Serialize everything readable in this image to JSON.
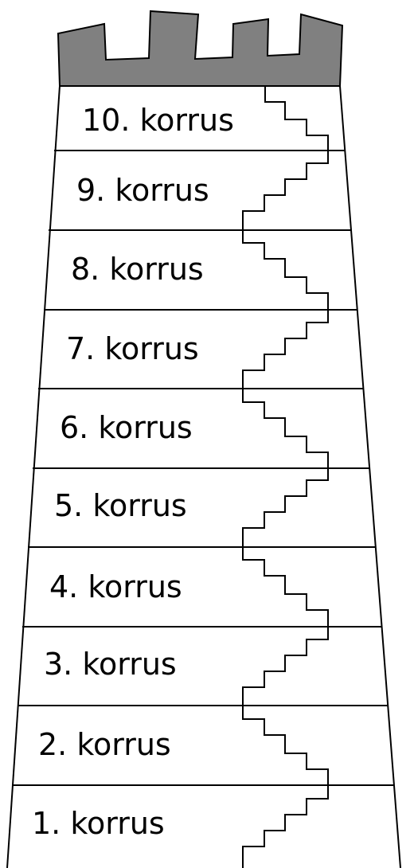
{
  "colors": {
    "roof": "#808080",
    "outline": "#000000",
    "background": "#ffffff"
  },
  "floors": [
    {
      "label": "10. korrus"
    },
    {
      "label": "9. korrus"
    },
    {
      "label": "8. korrus"
    },
    {
      "label": "7. korrus"
    },
    {
      "label": "6. korrus"
    },
    {
      "label": "5. korrus"
    },
    {
      "label": "4. korrus"
    },
    {
      "label": "3. korrus"
    },
    {
      "label": "2. korrus"
    },
    {
      "label": "1. korrus"
    }
  ]
}
